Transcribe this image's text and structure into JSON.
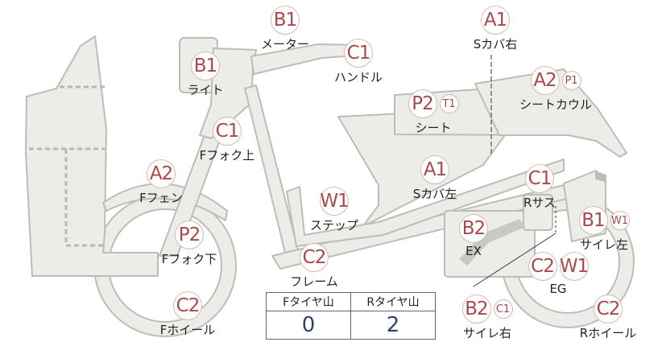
{
  "colors": {
    "badge_text": "#a94a4a",
    "body_fill": "#ecece9",
    "body_stroke": "#bdbdb8",
    "count_text": "#2d4470"
  },
  "parts": [
    {
      "id": "meter",
      "label": "メーター",
      "badges": [
        {
          "text": "B1",
          "size": "big"
        }
      ]
    },
    {
      "id": "light",
      "label": "ライト",
      "badges": [
        {
          "text": "B1",
          "size": "big"
        }
      ]
    },
    {
      "id": "handle",
      "label": "ハンドル",
      "badges": [
        {
          "text": "C1",
          "size": "big"
        }
      ]
    },
    {
      "id": "s-cover-right",
      "label": "Sカバ右",
      "badges": [
        {
          "text": "A1",
          "size": "big"
        }
      ]
    },
    {
      "id": "seat-cowl",
      "label": "シートカウル",
      "badges": [
        {
          "text": "A2",
          "size": "big"
        },
        {
          "text": "P1",
          "size": "small"
        }
      ]
    },
    {
      "id": "seat",
      "label": "シート",
      "badges": [
        {
          "text": "P2",
          "size": "big"
        },
        {
          "text": "T1",
          "size": "small"
        }
      ]
    },
    {
      "id": "f-fork-upper",
      "label": "Fフォク上",
      "badges": [
        {
          "text": "C1",
          "size": "big"
        }
      ]
    },
    {
      "id": "f-fender",
      "label": "Fフェン",
      "badges": [
        {
          "text": "A2",
          "size": "big"
        }
      ]
    },
    {
      "id": "s-cover-left",
      "label": "Sカバ左",
      "badges": [
        {
          "text": "A1",
          "size": "big"
        }
      ]
    },
    {
      "id": "r-suspension",
      "label": "Rサス",
      "badges": [
        {
          "text": "C1",
          "size": "big"
        }
      ]
    },
    {
      "id": "step",
      "label": "ステップ",
      "badges": [
        {
          "text": "W1",
          "size": "big"
        }
      ]
    },
    {
      "id": "f-fork-lower",
      "label": "Fフォク下",
      "badges": [
        {
          "text": "P2",
          "size": "big"
        }
      ]
    },
    {
      "id": "exhaust",
      "label": "EX",
      "badges": [
        {
          "text": "B2",
          "size": "big"
        }
      ]
    },
    {
      "id": "muffler-left",
      "label": "サイレ左",
      "badges": [
        {
          "text": "B1",
          "size": "big"
        },
        {
          "text": "W1",
          "size": "small"
        }
      ]
    },
    {
      "id": "frame",
      "label": "フレーム",
      "badges": [
        {
          "text": "C2",
          "size": "big"
        }
      ]
    },
    {
      "id": "engine",
      "label": "EG",
      "badges": [
        {
          "text": "C2",
          "size": "big"
        },
        {
          "text": "W1",
          "size": "big"
        }
      ]
    },
    {
      "id": "f-wheel",
      "label": "Fホイール",
      "badges": [
        {
          "text": "C2",
          "size": "big"
        }
      ]
    },
    {
      "id": "muffler-right",
      "label": "サイレ右",
      "badges": [
        {
          "text": "B2",
          "size": "big"
        },
        {
          "text": "C1",
          "size": "small"
        }
      ]
    },
    {
      "id": "r-wheel",
      "label": "Rホイール",
      "badges": [
        {
          "text": "C2",
          "size": "big"
        }
      ]
    }
  ],
  "tire_table": {
    "headers": [
      "Fタイヤ山",
      "Rタイヤ山"
    ],
    "values": [
      "0",
      "2"
    ]
  }
}
